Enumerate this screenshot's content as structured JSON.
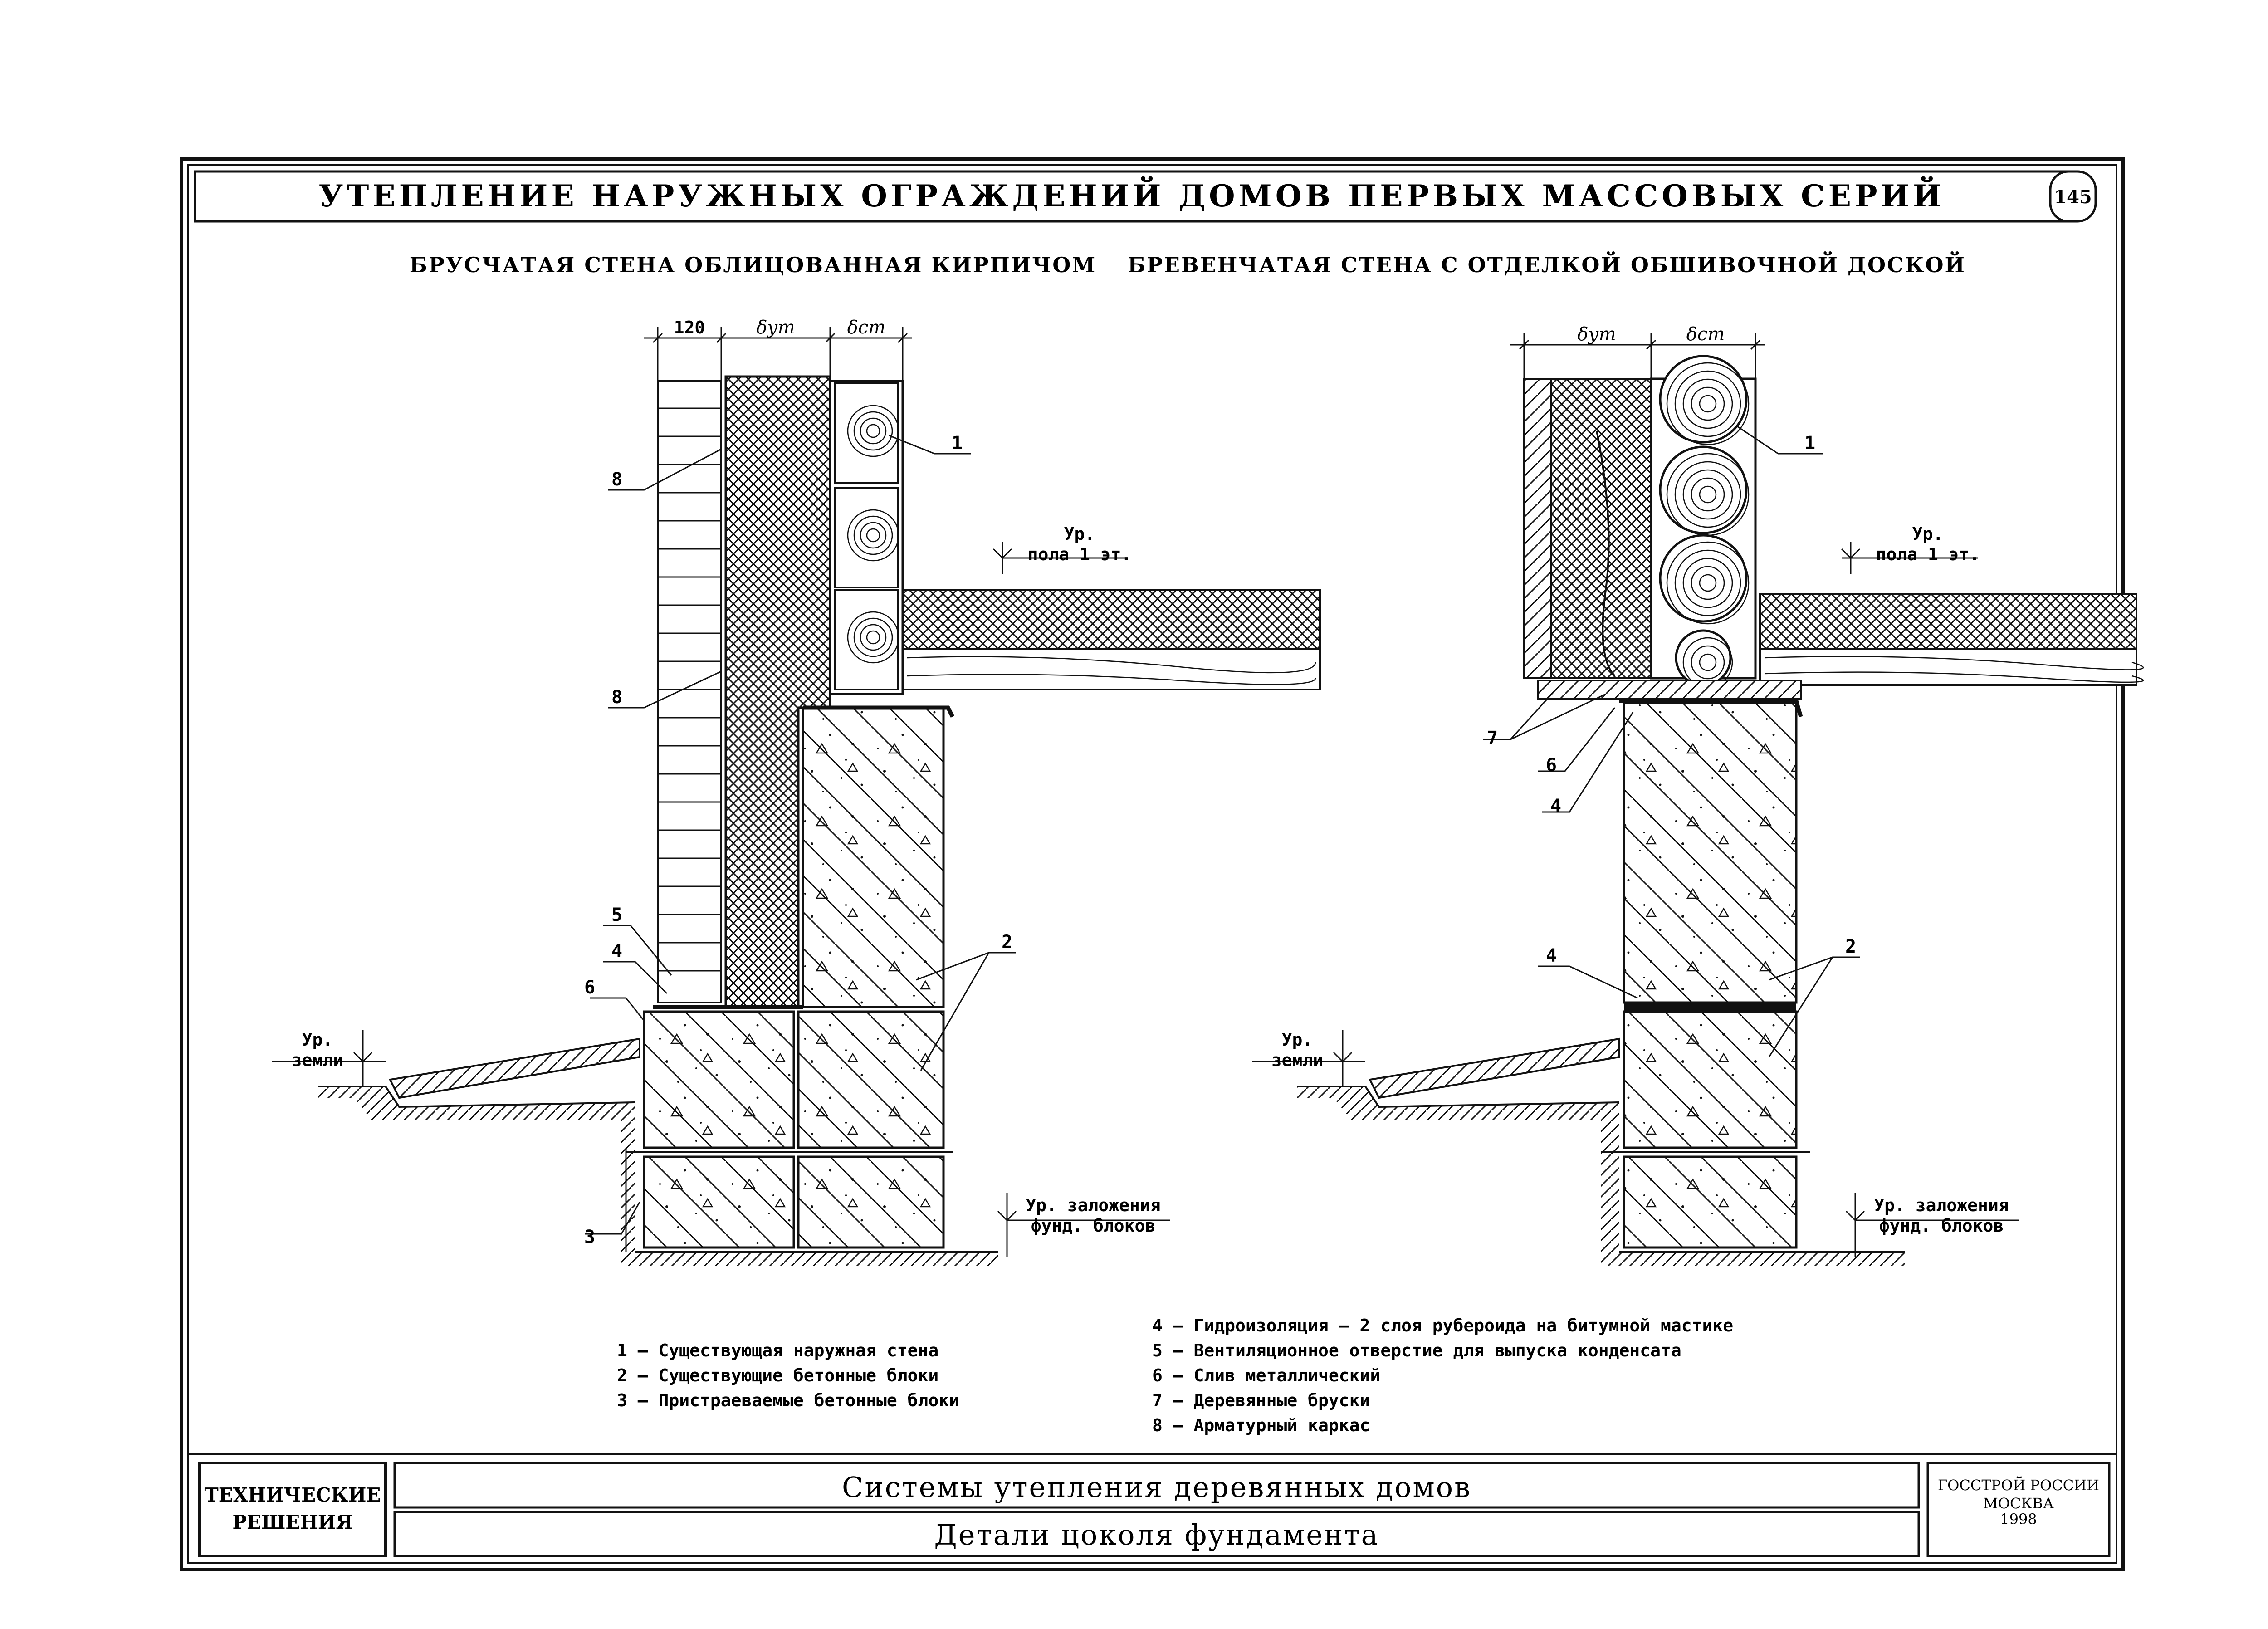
{
  "sheet_title": "УТЕПЛЕНИЕ НАРУЖНЫХ ОГРАЖДЕНИЙ ДОМОВ ПЕРВЫХ МАССОВЫХ СЕРИЙ",
  "page_number": "145",
  "left": {
    "title": "БРУСЧАТАЯ СТЕНА ОБЛИЦОВАННАЯ КИРПИЧОМ",
    "dim_brick": "120",
    "dim_insul": "δут",
    "dim_wall": "δст",
    "callouts": [
      "1",
      "8",
      "8",
      "5",
      "4",
      "6",
      "2",
      "3"
    ],
    "floor_level": [
      "Ур.",
      "пола 1 эт."
    ],
    "ground_level": [
      "Ур.",
      "земли"
    ],
    "base_level": [
      "Ур. заложения",
      "фунд. блоков"
    ]
  },
  "right": {
    "title": "БРЕВЕНЧАТАЯ СТЕНА С ОТДЕЛКОЙ ОБШИВОЧНОЙ ДОСКОЙ",
    "dim_insul": "δут",
    "dim_wall": "δст",
    "callouts": [
      "1",
      "7",
      "6",
      "4",
      "4",
      "2"
    ],
    "floor_level": [
      "Ур.",
      "пола 1 эт."
    ],
    "ground_level": [
      "Ур.",
      "земли"
    ],
    "base_level": [
      "Ур. заложения",
      "фунд. блоков"
    ]
  },
  "legend_left": [
    "1 – Существующая наружная стена",
    "2 – Существующие бетонные блоки",
    "3 – Пристраеваемые бетонные блоки"
  ],
  "legend_right": [
    "4 – Гидроизоляция – 2 слоя рубероида на битумной мастике",
    "5 – Вентиляционное отверстие для выпуска конденсата",
    "6 – Слив металлический",
    "7 – Деревянные бруски",
    "8 – Арматурный каркас"
  ],
  "title_block": {
    "left": [
      "ТЕХНИЧЕСКИЕ",
      "РЕШЕНИЯ"
    ],
    "line1": "Системы утепления деревянных домов",
    "line2": "Детали цоколя фундамента",
    "right": [
      "ГОССТРОЙ РОССИИ",
      "МОСКВА",
      "1998"
    ]
  }
}
